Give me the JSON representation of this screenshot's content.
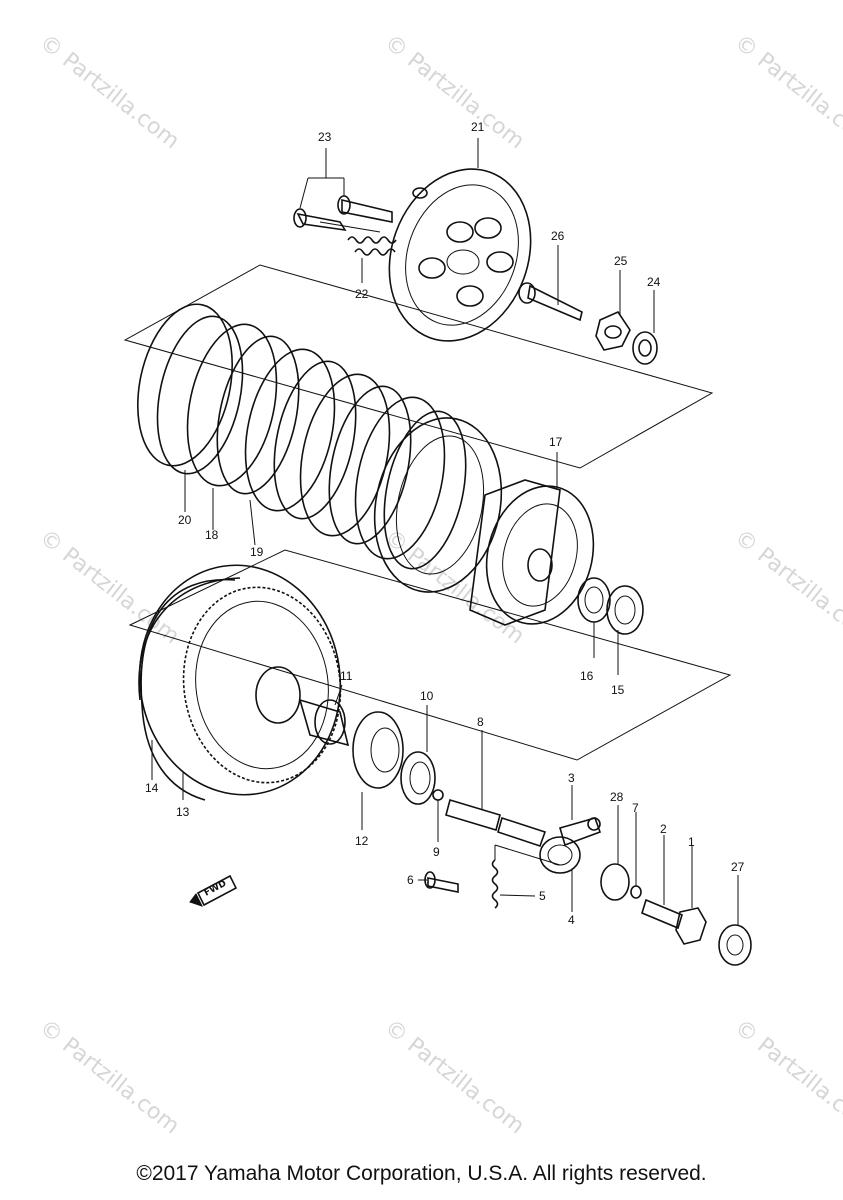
{
  "watermarks": [
    "© Partzilla.com",
    "© Partzilla.com",
    "© Partzilla.com",
    "© Partzilla.com",
    "© Partzilla.com",
    "© Partzilla.com",
    "© Partzilla.com",
    "© Partzilla.com",
    "© Partzilla.com"
  ],
  "callouts": {
    "p1": "1",
    "p2": "2",
    "p3": "3",
    "p4": "4",
    "p5": "5",
    "p6": "6",
    "p7": "7",
    "p8": "8",
    "p9": "9",
    "p10": "10",
    "p11": "11",
    "p12": "12",
    "p13": "13",
    "p14": "14",
    "p15": "15",
    "p16": "16",
    "p17": "17",
    "p18": "18",
    "p19": "19",
    "p20": "20",
    "p21": "21",
    "p22": "22",
    "p23": "23",
    "p24": "24",
    "p25": "25",
    "p26": "26",
    "p27": "27",
    "p28": "28"
  },
  "fwd_label": "FWD",
  "copyright": "©2017 Yamaha Motor Corporation, U.S.A. All rights reserved."
}
